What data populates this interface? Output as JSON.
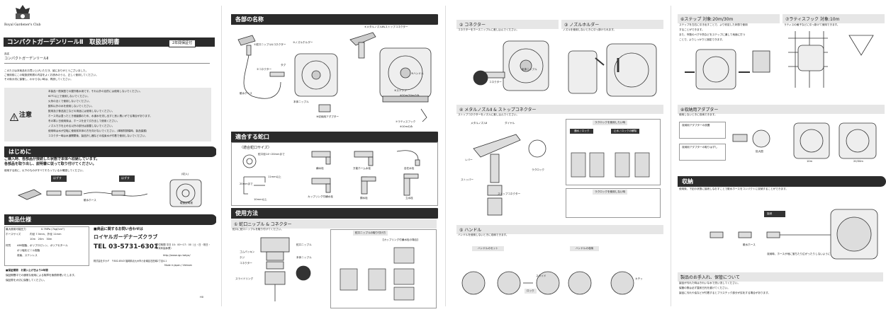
{
  "page1": {
    "brand": "Royal Gardener's Club",
    "title": "コンパクトガーデンリールⅡ　取扱説明書",
    "warranty": "2年間保証付",
    "product_label": "品名",
    "product_name": "コンパクトガーデンリールⅡ",
    "intro": [
      "このたびは本商品をお買い上げいただき、誠にありがとうございました。",
      "ご使用前にこの取扱説明書の内容をよくお読みのうえ、正しく使用してください。",
      "その後大切に保管し、わからない時は、再読してください。"
    ],
    "caution_label": "注意",
    "cautions": [
      "本製品一般家庭での屋外散水用です。それ以外の目的には使用しないでください。",
      "60℃以上で使用しないでください。",
      "火気の近くで使用しないでください。",
      "飲料以外の水を使用しないでください。",
      "飲用及び食品加工などの用途には使用しないでください。",
      "ホース内は湿ったとき細菌類のため、水道水を流し出すと良い臭いがでる場合があります。",
      "冬の寒い日使用後は、ホースを全て引き出して使用ください。",
      "ノズルでホを止める以外の部分は部屋しないでください。",
      "使用時は水が空転に使用前本体の方を向けないでください。(事故財損傷時、製品保護)",
      "コネクター時は水道開閉後、製品外し器などの結束水が付着で使用しないでください。"
    ],
    "section_intro": "はじめに",
    "intro_check": "ご購入時、各部品が接続した状態で本体へ収納しています。",
    "intro_check2": "各部品を取り出し、説明書に従って取り付けてください。",
    "intro_use": "使用する前に、以下のものがすべてそろっているか確認してください。",
    "parts_labels": [
      "はずす",
      "はずす",
      "散水ホース",
      "(収入)",
      "取扱説明書"
    ],
    "section_spec": "製品仕様",
    "spec_rows": [
      [
        "最大使用可能圧力",
        "0.7MPa (7kgf/cm²)"
      ],
      [
        "ホースサイズ",
        "内径 7.5mm、外径 11mm"
      ],
      [
        "",
        "10m　20m　30m"
      ],
      [
        "材質",
        "ABS樹脂、ポリプロピレン、ポリアセタール"
      ],
      [
        "",
        "ポリ塩化ビニル樹脂"
      ],
      [
        "",
        "真鍮、ステンレス"
      ]
    ],
    "contact_title": "■商品に関するお問い合わせは",
    "company": "ロイヤルガーデナーズクラブ",
    "tel": "TEL 03-5731-6301",
    "hours": "受付時間 平日 10：00〜17：00（土・日・祝日・年末年始休業）",
    "url": "http://www.rgc.tokyo/",
    "company_addr": "株式会社タカギ　〒802-8543 福岡県北九州市小倉南区石田南2丁目4-1",
    "made_in": "Made in Japan / Vietnam",
    "warranty_title": "■保証期間　お買い上げ日より2年間",
    "warranty_text": [
      "保証期間中での通常な使用による故障を無償修理いたします。",
      "保証書を大切に保管してください。"
    ],
    "page_no": "H0"
  },
  "page2": {
    "section_parts": "各部の名称",
    "part_labels": [
      "①蛇口ニップル&コネクター",
      "②コネクター",
      "③ノズルホルダー",
      "④メタルノズルⅡ&ストップコネクター",
      "⑤ハンドル",
      "⑥ステップ",
      "⑦ラティスフック",
      "⑧収納用アダプター",
      "散水ホース",
      "本体ニップル",
      "タグ"
    ],
    "step_note": "※20m/30mのみ",
    "hook_note": "※10mのみ",
    "section_faucet": "適合する蛇口",
    "faucet_size_title": "〈適合蛇口サイズ〉",
    "faucet_sizes": [
      "蛇口径14〜20mmまで",
      "11mm以上",
      "20mmまで",
      "10mm以上"
    ],
    "faucet_types": [
      "横水栓",
      "万能ホーム水栓",
      "自在水栓",
      "カップリング付横水栓",
      "胴水栓",
      "立水栓"
    ],
    "section_usage": "使用方法",
    "usage1": "① 蛇口ニップル & コネクター",
    "usage1_text": "蛇口に蛇口ニップルを取り付けてください。",
    "usage1_labels": [
      "ゴムパッキン",
      "ネジ",
      "コネクター",
      "スライドリング",
      "蛇口ニップル",
      "本体ニップル"
    ],
    "usage1_box_title": "蛇口ニップルの取り付け方",
    "usage1_box_sub": "【カップリング付横水栓の場合】"
  },
  "page3": {
    "usage2": "② コネクター",
    "usage2_text": "コネクターをホースニップルに差し込んでください。",
    "usage2_labels": [
      "本体ニップル",
      "コネクター"
    ],
    "usage3": "③ ノズルホルダー",
    "usage3_text": "ノズルを使用しないときに引っ掛けられます。",
    "usage4": "④ メタルノズルⅡ & ストップコネクター",
    "usage4_text": "ストップコネクターをノズルに差し込んでください。",
    "usage4_labels": [
      "メタルノズルⅡ",
      "ダイヤル",
      "レバー",
      "ストッパー",
      "ストップコネクター",
      "ラクロック"
    ],
    "lock_title": "ラクロックを使用したい時",
    "lock_cols": [
      "通水 / ロック",
      "止水 / ロックの解除"
    ],
    "lock_nouse": "ラクロックを使用しない時",
    "usage5": "⑤ ハンドル",
    "usage5_text": "ハンドルを使用しないときに収納できます。",
    "handle_set": "ハンドルのセット",
    "handle_store": "ハンドルの収納",
    "handle_labels": [
      "ロック",
      "スライド",
      "カチッ"
    ]
  },
  "page4": {
    "step_title": "⑥ステップ",
    "step_note": "対象:20m/30m",
    "step_text": [
      "ステップを左右に引き出すことで、より安定した状態で使用",
      "することができます。",
      "また、市販のペグや杭などをステップに通して地面に打つ",
      "ことで、よりしっかりと固定できます。"
    ],
    "hook_title": "⑦ラティスフック",
    "hook_note": "対象:10m",
    "hook_text": "ラティスの格子などに引っ掛けて使用できます。",
    "adapter_title": "⑧収納用アダプター",
    "adapter_text": "使用しないときに収納できます。",
    "adapter_labels": [
      "収納用アダプターの設置",
      "収納用アダプターの取りはずし",
      "拡大図",
      "10m",
      "20/30m"
    ],
    "section_store": "収納",
    "store_text": "使用後、下記の状態に接続しなおすことで散水ホースをコンパクトに収納することができます。",
    "store_labels": [
      "接続",
      "散水ホース"
    ],
    "store_note": "収納時、ホースが地に落ちたり広がったりしないように",
    "care_title": "製品のお手入れ、保管について",
    "care_items": [
      "製品が汚れた時はきれいな水で洗い流してください。",
      "保管の際は必ず直射日光を避けてください。",
      "製品に汚れや油などが付着するとプラスチック部分が劣化する場合があります。"
    ]
  }
}
